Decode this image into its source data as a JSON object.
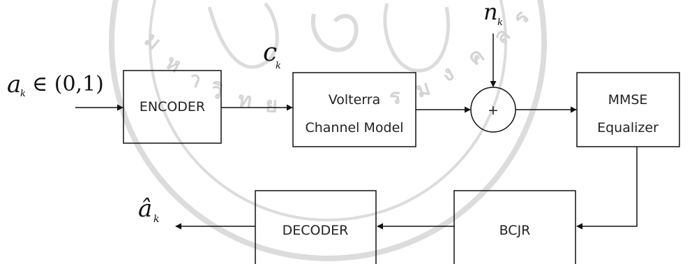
{
  "diagram": {
    "blocks": {
      "encoder": "ENCODER",
      "channel_line1": "Volterra",
      "channel_line2": "Channel Model",
      "adder_symbol": "+",
      "equalizer_line1": "MMSE",
      "equalizer_line2": "Equalizer",
      "bcjr": "BCJR",
      "decoder": "DECODER"
    },
    "signals": {
      "input_symbol": "a",
      "input_subscript": "k",
      "input_set": "∈ (0,1)",
      "coded_symbol": "c",
      "coded_subscript": "k",
      "noise_symbol": "n",
      "noise_subscript": "k",
      "output_symbol": "â",
      "output_subscript": "k"
    }
  }
}
